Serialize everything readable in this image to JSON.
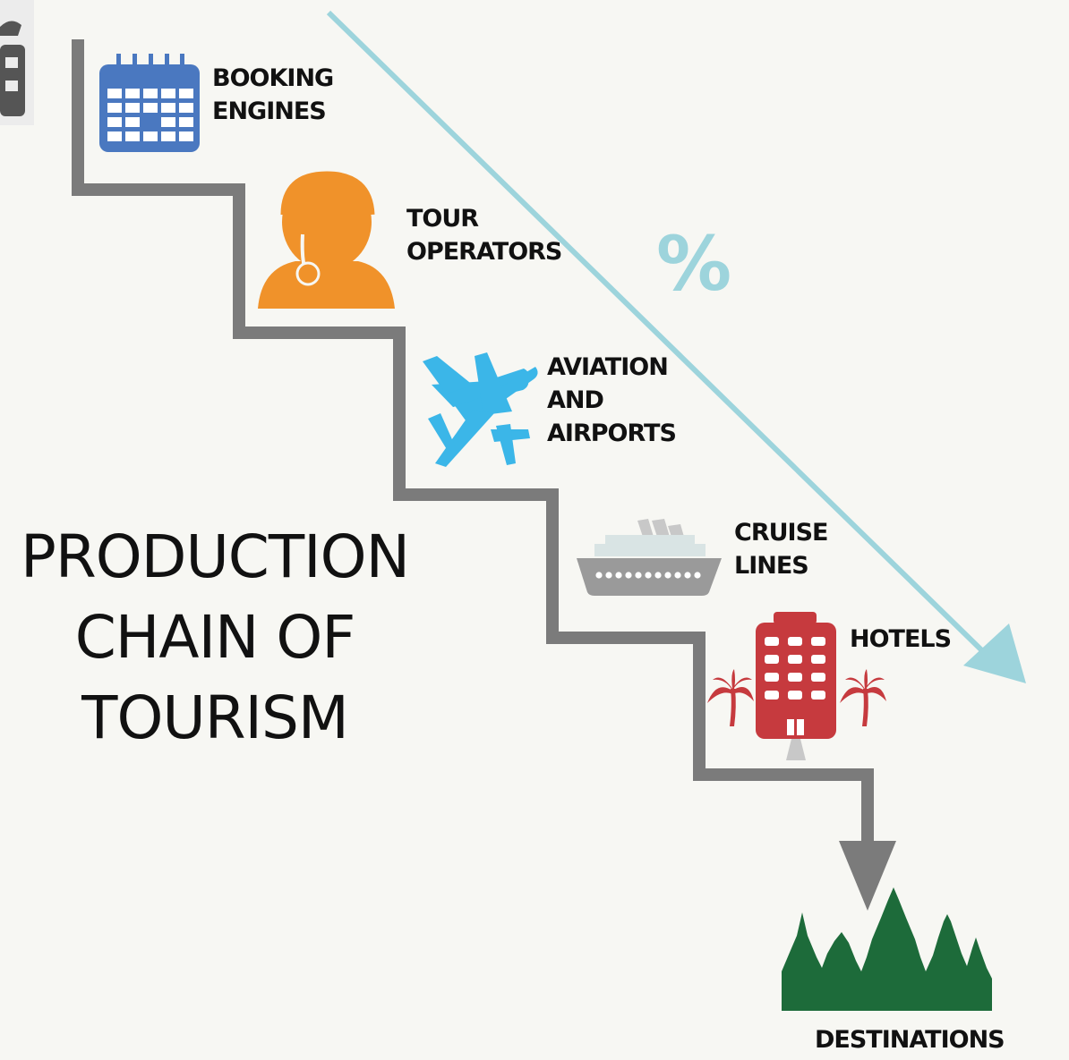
{
  "title": [
    "PRODUCTION",
    "CHAIN OF",
    "TOURISM"
  ],
  "steps": [
    {
      "label": [
        "BOOKING",
        "ENGINES"
      ],
      "icon": "calendar-icon",
      "color": "#4a78c0"
    },
    {
      "label": [
        "TOUR",
        "OPERATORS"
      ],
      "icon": "headset-operator-icon",
      "color": "#f0922a"
    },
    {
      "label": [
        "AVIATION",
        "AND",
        "AIRPORTS"
      ],
      "icon": "airplane-icon",
      "color": "#3bb6e8"
    },
    {
      "label": [
        "CRUISE",
        "LINES"
      ],
      "icon": "cruise-ship-icon",
      "color": "#9a9a9a"
    },
    {
      "label": [
        "HOTELS"
      ],
      "icon": "hotel-building-icon",
      "color": "#c63a3e"
    }
  ],
  "destination": {
    "label": "DESTINATIONS",
    "icon": "forest-temple-icon",
    "color": "#1d6b3a"
  },
  "commission": {
    "symbol": "%",
    "color": "#9dd4dc"
  },
  "stair_color": "#7b7b7b",
  "palm_color": "#c63a3e"
}
